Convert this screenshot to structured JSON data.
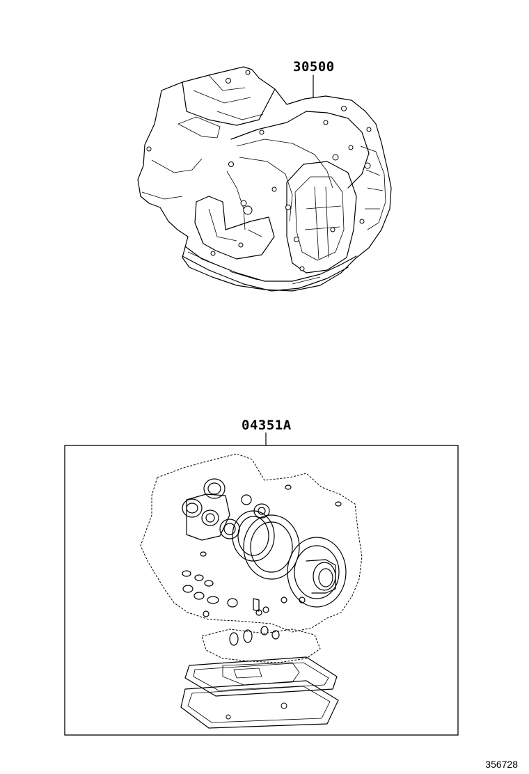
{
  "parts": {
    "transaxle_assy": {
      "number": "30500"
    },
    "gasket_kit": {
      "number": "04351A"
    }
  },
  "diagram_number": "356728"
}
